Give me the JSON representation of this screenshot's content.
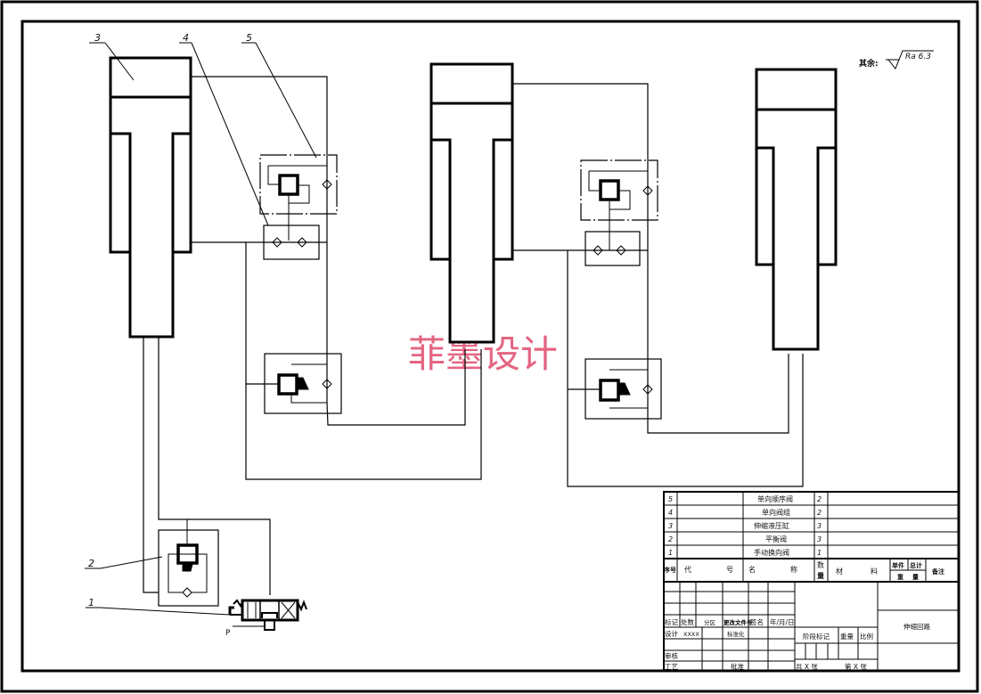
{
  "drawing": {
    "title": "伸缩回路",
    "roughness_note": {
      "prefix": "其余:",
      "value": "Ra 6.3"
    },
    "watermark": "菲墨设计",
    "part_labels": [
      {
        "id": "1",
        "target": "手动换向阀"
      },
      {
        "id": "2",
        "target": "平衡阀"
      },
      {
        "id": "3",
        "target": "伸缩液压缸"
      },
      {
        "id": "4",
        "target": "单向阀组"
      },
      {
        "id": "5",
        "target": "单向顺序阀"
      }
    ],
    "port_label": "P",
    "colors": {
      "line": "#000000",
      "watermark": "#e0506f",
      "background": "#ffffff"
    }
  },
  "bom": {
    "rows": [
      {
        "no": "5",
        "code": "",
        "name": "单向顺序阀",
        "qty": "2",
        "material": "",
        "unit_weight": "",
        "total_weight": "",
        "remark": ""
      },
      {
        "no": "4",
        "code": "",
        "name": "单向阀组",
        "qty": "2",
        "material": "",
        "unit_weight": "",
        "total_weight": "",
        "remark": ""
      },
      {
        "no": "3",
        "code": "",
        "name": "伸缩液压缸",
        "qty": "3",
        "material": "",
        "unit_weight": "",
        "total_weight": "",
        "remark": ""
      },
      {
        "no": "2",
        "code": "",
        "name": "平衡阀",
        "qty": "3",
        "material": "",
        "unit_weight": "",
        "total_weight": "",
        "remark": ""
      },
      {
        "no": "1",
        "code": "",
        "name": "手动换向阀",
        "qty": "1",
        "material": "",
        "unit_weight": "",
        "total_weight": "",
        "remark": ""
      }
    ],
    "header": {
      "no": "序号",
      "code_a": "代",
      "code_b": "号",
      "name_a": "名",
      "name_b": "称",
      "qty_a": "数",
      "qty_b": "量",
      "material_a": "材",
      "material_b": "料",
      "unit": "单件",
      "total": "总计",
      "weight_a": "重",
      "weight_b": "量",
      "remark": "备注"
    }
  },
  "title_block": {
    "mark": "标记",
    "count": "处数",
    "zone": "分区",
    "doc_no": "更改文件号",
    "sign": "签名",
    "date": "年/月/日",
    "design": "设计",
    "designer": "XXXX",
    "standard": "标准化",
    "review": "审核",
    "process": "工艺",
    "approve": "批准",
    "stage": "阶段标记",
    "weight": "重量",
    "scale": "比例",
    "sheets_total": "共 X 张",
    "sheet_no": "第 X 张"
  }
}
